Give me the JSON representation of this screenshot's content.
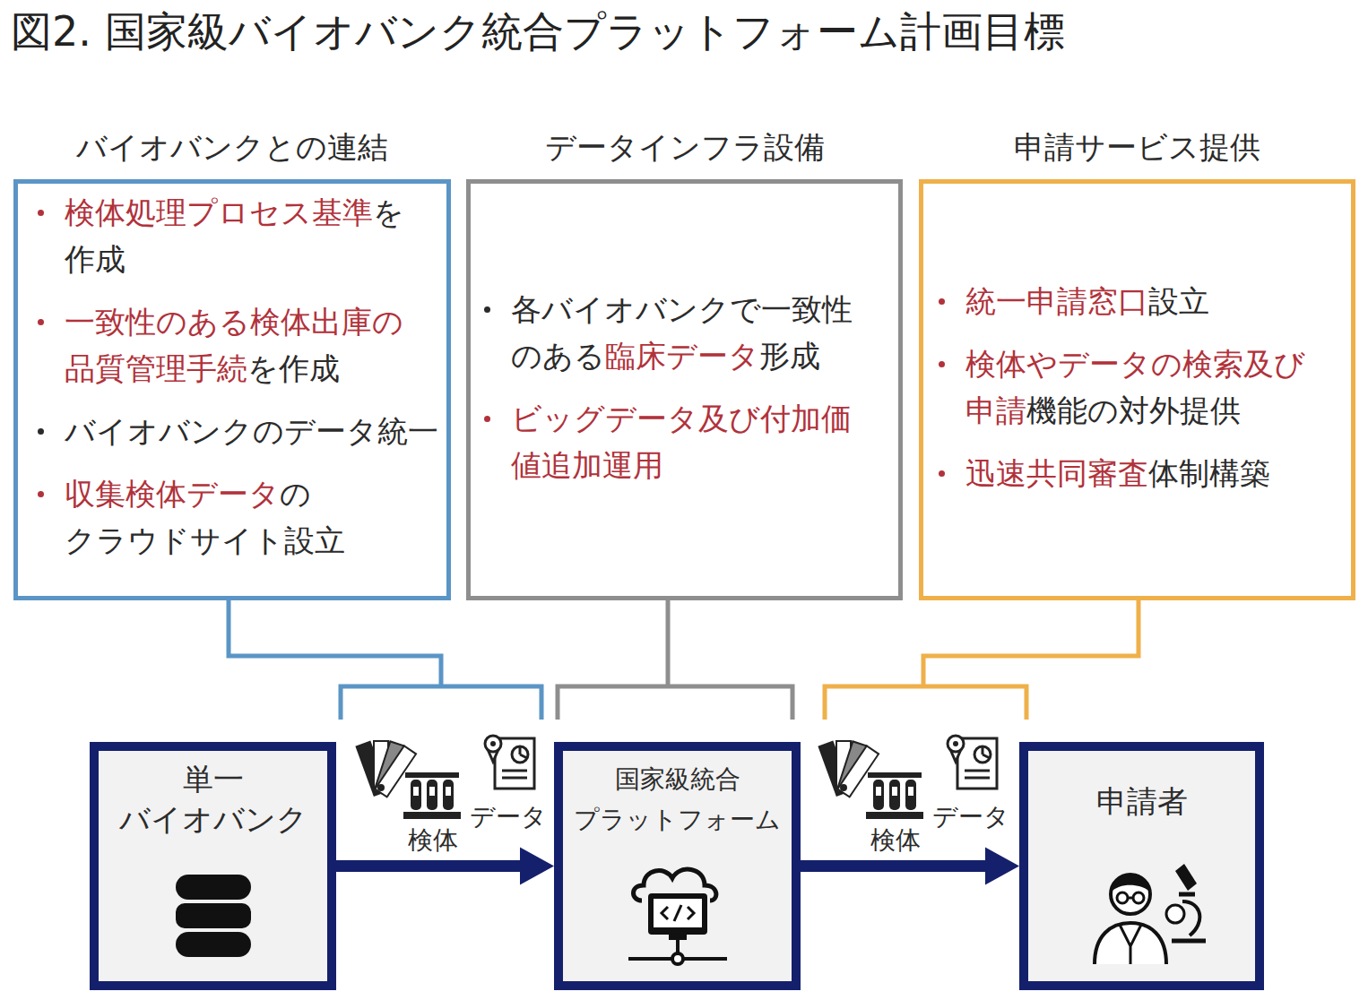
{
  "diagram": {
    "title": "図2. 国家級バイオバンク統合プラットフォーム計画目標",
    "nodes": [
      {
        "text": [
          "バイオバンクとの連結",
          "検体処理プロセス基準を作成",
          "一致性のある検体出庫の品質管理手続を作成",
          "バイオバンクのデータ統一",
          "収集検体データのクラウドサイト設立"
        ]
      },
      {
        "text": [
          "データインフラ設備",
          "各バイオバンクで一致性のある臨床データ形成",
          "ビッグデータ及び付加価値追加運用"
        ]
      },
      {
        "text": [
          "申請サービス提供",
          "統一申請窓口設立",
          "検体やデータの検索及び申請機能の対外提供",
          "迅速共同審査体制構築"
        ]
      },
      {
        "text": [
          "単一バイオバンク"
        ]
      },
      {
        "text": [
          "国家級統合プラットフォーム"
        ]
      },
      {
        "text": [
          "申請者"
        ]
      }
    ],
    "edges": [
      {
        "from": 3,
        "to": 4,
        "arrow": "to"
      },
      {
        "from": 4,
        "to": 5,
        "arrow": "to"
      }
    ],
    "labels": [
      "検体",
      "データ",
      "検体",
      "データ"
    ]
  }
}
